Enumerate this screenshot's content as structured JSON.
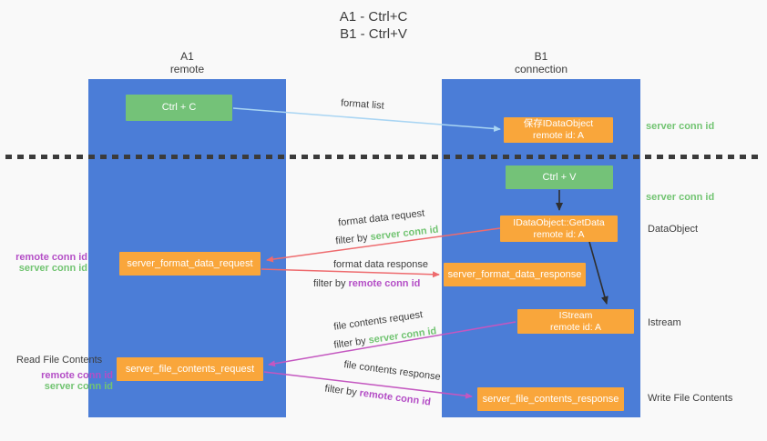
{
  "title": {
    "line1": "A1 - Ctrl+C",
    "line2": "B1 - Ctrl+V"
  },
  "lanes": {
    "left": {
      "name": "A1",
      "subtitle": "remote"
    },
    "right": {
      "name": "B1",
      "subtitle": "connection"
    }
  },
  "nodes": {
    "ctrl_c": {
      "label": "Ctrl + C"
    },
    "ctrl_v": {
      "label": "Ctrl + V"
    },
    "save_dataobject": {
      "line1": "保存IDataObject",
      "line2": "remote id: A"
    },
    "getdata": {
      "line1": "IDataObject::GetData",
      "line2": "remote id: A"
    },
    "istream": {
      "line1": "IStream",
      "line2": "remote id: A"
    },
    "format_request": {
      "label": "server_format_data_request"
    },
    "format_response": {
      "label": "server_format_data_response"
    },
    "file_request": {
      "label": "server_file_contents_request"
    },
    "file_response": {
      "label": "server_file_contents_response"
    }
  },
  "arrow_labels": {
    "format_list": "format list",
    "format_data_request": "format data request",
    "format_data_response": "format data response",
    "file_contents_request": "file contents request",
    "file_contents_response": "file contents response",
    "filter_prefix": "filter by ",
    "server_conn_id": "server conn id",
    "remote_conn_id": "remote conn id"
  },
  "side_labels": {
    "server_conn_id_top": "server conn id",
    "server_conn_id_mid": "server conn id",
    "dataobject": "DataObject",
    "istream": "Istream",
    "write_file_contents": "Write File Contents",
    "read_file_contents": "Read File Contents",
    "remote_conn_id_format": "remote conn id",
    "server_conn_id_format": "server conn id",
    "remote_conn_id_file": "remote conn id",
    "server_conn_id_file": "server conn id"
  },
  "colors": {
    "lane_blue": "#4b7dd7",
    "node_green": "#74c278",
    "node_orange": "#f9a63b",
    "arrow_light_blue": "#a9d5f3",
    "arrow_salmon": "#ee6b6e",
    "arrow_magenta": "#c457c0",
    "arrow_black": "#2f2f2f",
    "text_green": "#72c472",
    "text_purple": "#b44ec6",
    "text_dark": "#3d3d3d"
  }
}
